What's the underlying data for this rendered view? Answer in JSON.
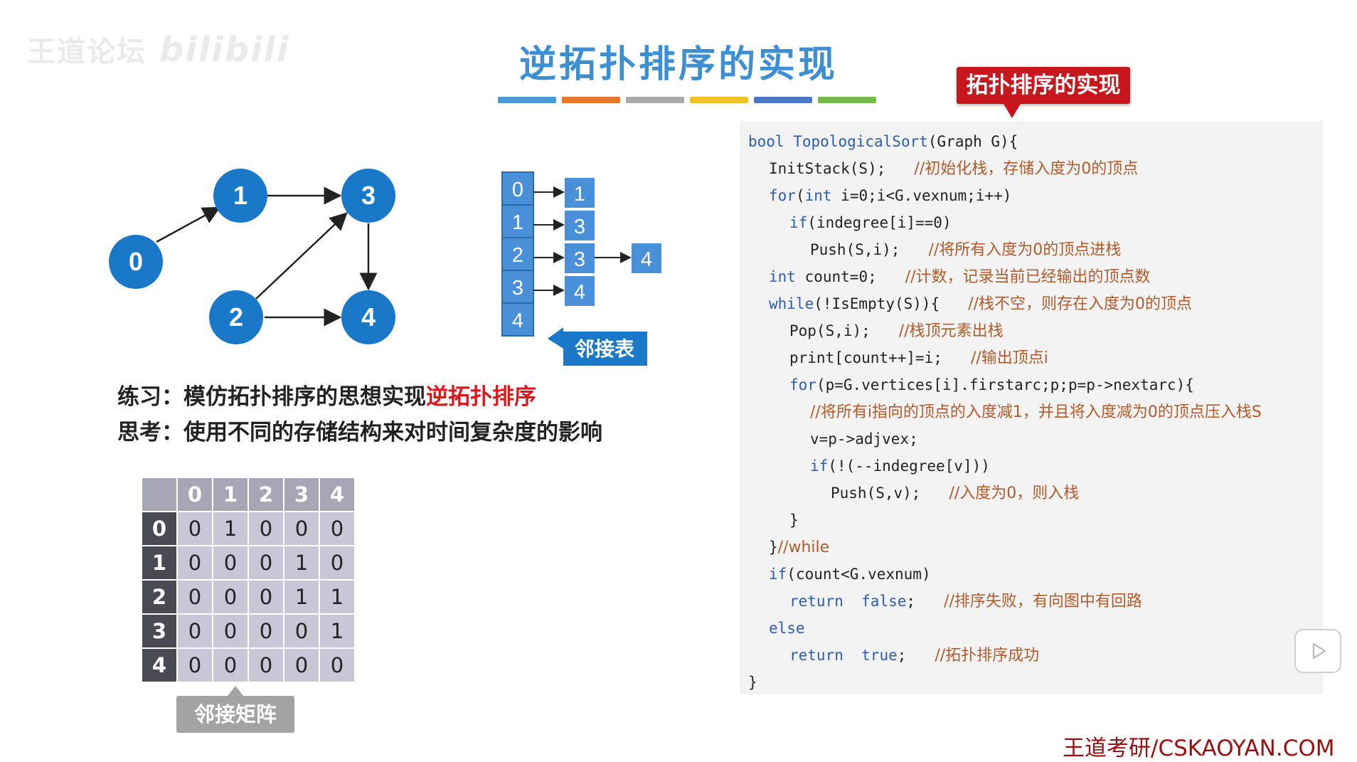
{
  "watermark": {
    "text": "王道论坛",
    "bili": "bilibili"
  },
  "title": "逆拓扑排序的实现",
  "color_bars": [
    "#4a9ad6",
    "#e8772b",
    "#a9a9a9",
    "#f2c229",
    "#4a78c7",
    "#76b94a"
  ],
  "callout": "拓扑排序的实现",
  "graph": {
    "nodes": [
      "0",
      "1",
      "2",
      "3",
      "4"
    ],
    "edges": [
      [
        "0",
        "1"
      ],
      [
        "1",
        "3"
      ],
      [
        "2",
        "3"
      ],
      [
        "2",
        "4"
      ],
      [
        "3",
        "4"
      ]
    ],
    "node_color": "#1a78c8"
  },
  "adj_list": {
    "rows": [
      {
        "index": "0",
        "neighbors": [
          "1"
        ]
      },
      {
        "index": "1",
        "neighbors": [
          "3"
        ]
      },
      {
        "index": "2",
        "neighbors": [
          "3",
          "4"
        ]
      },
      {
        "index": "3",
        "neighbors": [
          "4"
        ]
      },
      {
        "index": "4",
        "neighbors": []
      }
    ],
    "label": "邻接表"
  },
  "exercise": {
    "line1_prefix": "练习：模仿拓扑排序的思想实现",
    "line1_highlight": "逆拓扑排序",
    "line2": "思考：使用不同的存储结构来对时间复杂度的影响"
  },
  "matrix": {
    "headers": [
      "0",
      "1",
      "2",
      "3",
      "4"
    ],
    "rows": [
      {
        "label": "0",
        "values": [
          "0",
          "1",
          "0",
          "0",
          "0"
        ]
      },
      {
        "label": "1",
        "values": [
          "0",
          "0",
          "0",
          "1",
          "0"
        ]
      },
      {
        "label": "2",
        "values": [
          "0",
          "0",
          "0",
          "1",
          "1"
        ]
      },
      {
        "label": "3",
        "values": [
          "0",
          "0",
          "0",
          "0",
          "1"
        ]
      },
      {
        "label": "4",
        "values": [
          "0",
          "0",
          "0",
          "0",
          "0"
        ]
      }
    ],
    "label": "邻接矩阵"
  },
  "code_lines": [
    {
      "indent": 0,
      "code": "bool TopologicalSort(Graph G){",
      "comment": ""
    },
    {
      "indent": 1,
      "code": "InitStack(S);",
      "comment": "//初始化栈，存储入度为0的顶点"
    },
    {
      "indent": 1,
      "code": "for(int i=0;i<G.vexnum;i++)",
      "comment": ""
    },
    {
      "indent": 2,
      "code": "if(indegree[i]==0)",
      "comment": ""
    },
    {
      "indent": 3,
      "code": "Push(S,i);",
      "comment": "//将所有入度为0的顶点进栈"
    },
    {
      "indent": 1,
      "code": "int count=0;",
      "comment": "//计数，记录当前已经输出的顶点数"
    },
    {
      "indent": 1,
      "code": "while(!IsEmpty(S)){",
      "comment": "//栈不空，则存在入度为0的顶点"
    },
    {
      "indent": 2,
      "code": "Pop(S,i);",
      "comment": "//栈顶元素出栈"
    },
    {
      "indent": 2,
      "code": "print[count++]=i;",
      "comment": "//输出顶点i"
    },
    {
      "indent": 2,
      "code": "for(p=G.vertices[i].firstarc;p;p=p->nextarc){",
      "comment": ""
    },
    {
      "indent": 3,
      "code": "",
      "comment": "//将所有i指向的顶点的入度减1，并且将入度减为0的顶点压入栈S"
    },
    {
      "indent": 3,
      "code": "v=p->adjvex;",
      "comment": ""
    },
    {
      "indent": 3,
      "code": "if(!(--indegree[v]))",
      "comment": ""
    },
    {
      "indent": 4,
      "code": "Push(S,v);",
      "comment": "//入度为0，则入栈"
    },
    {
      "indent": 2,
      "code": "}",
      "comment": ""
    },
    {
      "indent": 1,
      "code": "}",
      "comment": "//while"
    },
    {
      "indent": 1,
      "code": "if(count<G.vexnum)",
      "comment": ""
    },
    {
      "indent": 2,
      "code": "return  false;",
      "comment": "//排序失败，有向图中有回路"
    },
    {
      "indent": 1,
      "code": "else",
      "comment": ""
    },
    {
      "indent": 2,
      "code": "return  true;",
      "comment": "//拓扑排序成功"
    },
    {
      "indent": 0,
      "code": "}",
      "comment": ""
    }
  ],
  "footer": "王道考研/CSKAOYAN.COM"
}
